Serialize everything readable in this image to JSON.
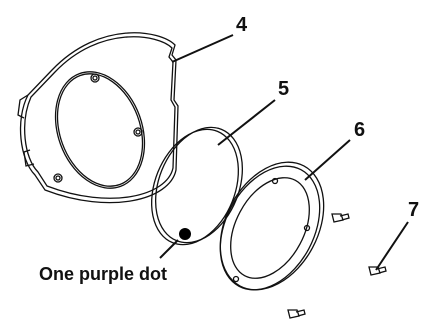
{
  "callouts": {
    "part_4": "4",
    "part_5": "5",
    "part_6": "6",
    "part_7": "7"
  },
  "annotation": "One purple dot",
  "colors": {
    "ink": "#111111",
    "dot": "#000000"
  }
}
